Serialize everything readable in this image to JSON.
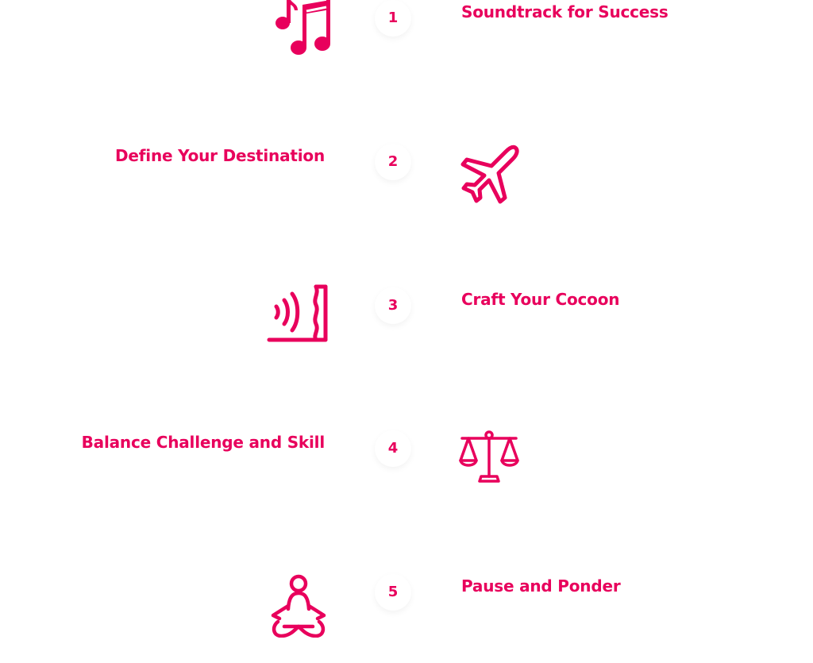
{
  "accent_color": "#e8005c",
  "steps": [
    {
      "number": "1",
      "title": "Soundtrack for Success",
      "icon": "music-notes-icon"
    },
    {
      "number": "2",
      "title": "Define Your Destination",
      "icon": "airplane-icon"
    },
    {
      "number": "3",
      "title": "Craft Your Cocoon",
      "icon": "soundproof-wall-icon"
    },
    {
      "number": "4",
      "title": "Balance Challenge and Skill",
      "icon": "balance-scale-icon"
    },
    {
      "number": "5",
      "title": "Pause and Ponder",
      "icon": "meditation-icon"
    }
  ]
}
